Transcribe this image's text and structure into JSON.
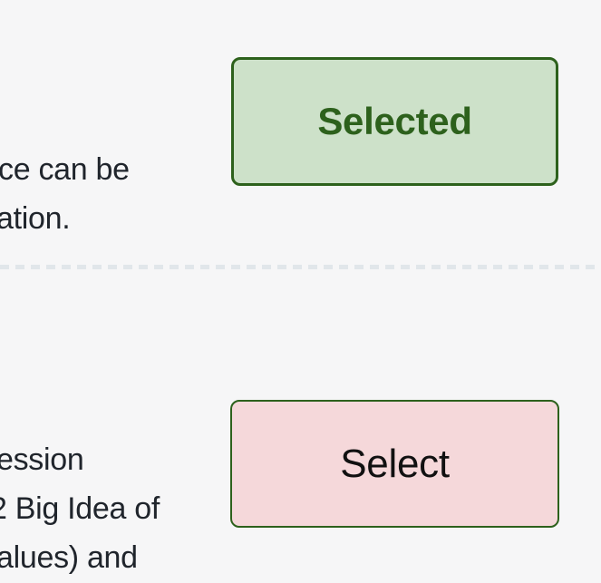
{
  "colors": {
    "background": "#f6f6f7",
    "body_text": "#20252c",
    "green_dark": "#2d611c",
    "green_light": "#cde1c9",
    "pink_light": "#f5d8da",
    "select_text": "#111111",
    "divider": "#e1e6ea"
  },
  "row_selected": {
    "description_lines": [
      "ce can be",
      "ation."
    ],
    "button_label": "Selected",
    "state": "selected"
  },
  "row_unselected": {
    "description_lines": [
      "ession",
      "2 Big Idea of",
      "alues) and"
    ],
    "button_label": "Select",
    "state": "unselected"
  }
}
